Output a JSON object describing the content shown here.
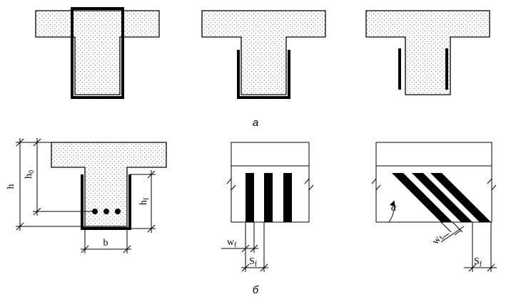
{
  "captions": {
    "top": "а",
    "bottom": "б"
  },
  "section_labels": {
    "h": "h",
    "h0_base": "h",
    "h0_sub": "0",
    "hf_base": "h",
    "hf_sub": "f",
    "b": "b"
  },
  "strip_labels": {
    "wf_base": "w",
    "wf_sub": "f",
    "sf_base": "S",
    "sf_sub": "f"
  },
  "inclined_labels": {
    "alpha": "α",
    "wf_base": "w",
    "wf_sub": "f",
    "sf_base": "S",
    "sf_sub": "f"
  }
}
